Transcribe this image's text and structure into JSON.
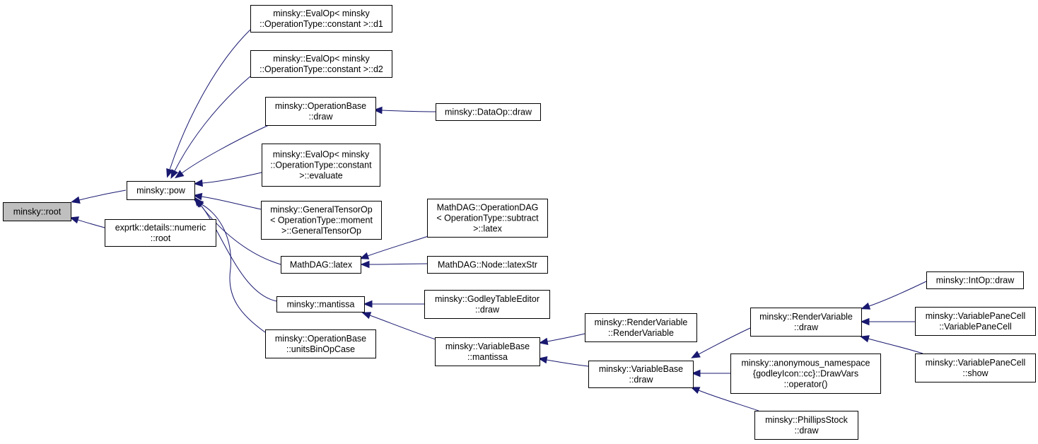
{
  "nodes": {
    "root": [
      "minsky::root"
    ],
    "pow": [
      "minsky::pow"
    ],
    "numeric_root": [
      "exprtk::details::numeric",
      "::root"
    ],
    "d1": [
      "minsky::EvalOp< minsky",
      "::OperationType::constant >::d1"
    ],
    "d2": [
      "minsky::EvalOp< minsky",
      "::OperationType::constant >::d2"
    ],
    "opbase_draw": [
      "minsky::OperationBase",
      "::draw"
    ],
    "evaluate": [
      "minsky::EvalOp< minsky",
      "::OperationType::constant",
      ">::evaluate"
    ],
    "gto": [
      "minsky::GeneralTensorOp",
      "< OperationType::moment",
      ">::GeneralTensorOp"
    ],
    "latex": [
      "MathDAG::latex"
    ],
    "mantissa": [
      "minsky::mantissa"
    ],
    "unitsbin": [
      "minsky::OperationBase",
      "::unitsBinOpCase"
    ],
    "dataop": [
      "minsky::DataOp::draw"
    ],
    "opdag_latex": [
      "MathDAG::OperationDAG",
      "< OperationType::subtract",
      ">::latex"
    ],
    "latexstr": [
      "MathDAG::Node::latexStr"
    ],
    "gte_draw": [
      "minsky::GodleyTableEditor",
      "::draw"
    ],
    "vb_mantissa": [
      "minsky::VariableBase",
      "::mantissa"
    ],
    "rv_rv": [
      "minsky::RenderVariable",
      "::RenderVariable"
    ],
    "vb_draw": [
      "minsky::VariableBase",
      "::draw"
    ],
    "rv_draw": [
      "minsky::RenderVariable",
      "::draw"
    ],
    "drawvars": [
      "minsky::anonymous_namespace",
      "{godleyIcon::cc}::DrawVars",
      "::operator()"
    ],
    "phillips": [
      "minsky::PhillipsStock",
      "::draw"
    ],
    "intop": [
      "minsky::IntOp::draw"
    ],
    "vpc_vpc": [
      "minsky::VariablePaneCell",
      "::VariablePaneCell"
    ],
    "vpc_show": [
      "minsky::VariablePaneCell",
      "::show"
    ]
  },
  "edges": [
    [
      "pow",
      "root"
    ],
    [
      "numeric_root",
      "root"
    ],
    [
      "d1",
      "pow"
    ],
    [
      "d2",
      "pow"
    ],
    [
      "opbase_draw",
      "pow"
    ],
    [
      "evaluate",
      "pow"
    ],
    [
      "gto",
      "pow"
    ],
    [
      "latex",
      "pow"
    ],
    [
      "mantissa",
      "pow"
    ],
    [
      "unitsbin",
      "pow"
    ],
    [
      "dataop",
      "opbase_draw"
    ],
    [
      "opdag_latex",
      "latex"
    ],
    [
      "latexstr",
      "latex"
    ],
    [
      "gte_draw",
      "mantissa"
    ],
    [
      "vb_mantissa",
      "mantissa"
    ],
    [
      "rv_rv",
      "vb_mantissa"
    ],
    [
      "vb_draw",
      "vb_mantissa"
    ],
    [
      "rv_draw",
      "vb_draw"
    ],
    [
      "drawvars",
      "vb_draw"
    ],
    [
      "phillips",
      "vb_draw"
    ],
    [
      "intop",
      "rv_draw"
    ],
    [
      "vpc_vpc",
      "rv_draw"
    ],
    [
      "vpc_show",
      "rv_draw"
    ]
  ],
  "colors": {
    "edge": "#191970",
    "node_border": "#000000",
    "root_fill": "#bfbfbf",
    "node_fill": "#ffffff"
  }
}
